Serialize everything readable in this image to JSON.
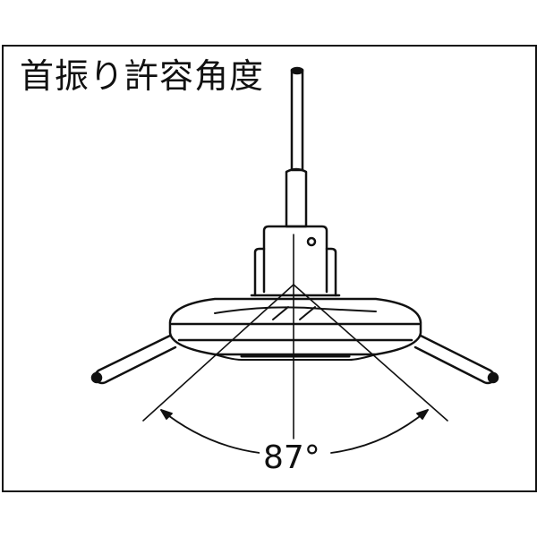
{
  "diagram": {
    "title": "首振り許容角度",
    "angle_label": "87°",
    "angle_degrees": 87,
    "subject": "swivel head stand (base with three arms and vertical rod)",
    "line_color": "#111111",
    "background_color": "#ffffff"
  }
}
